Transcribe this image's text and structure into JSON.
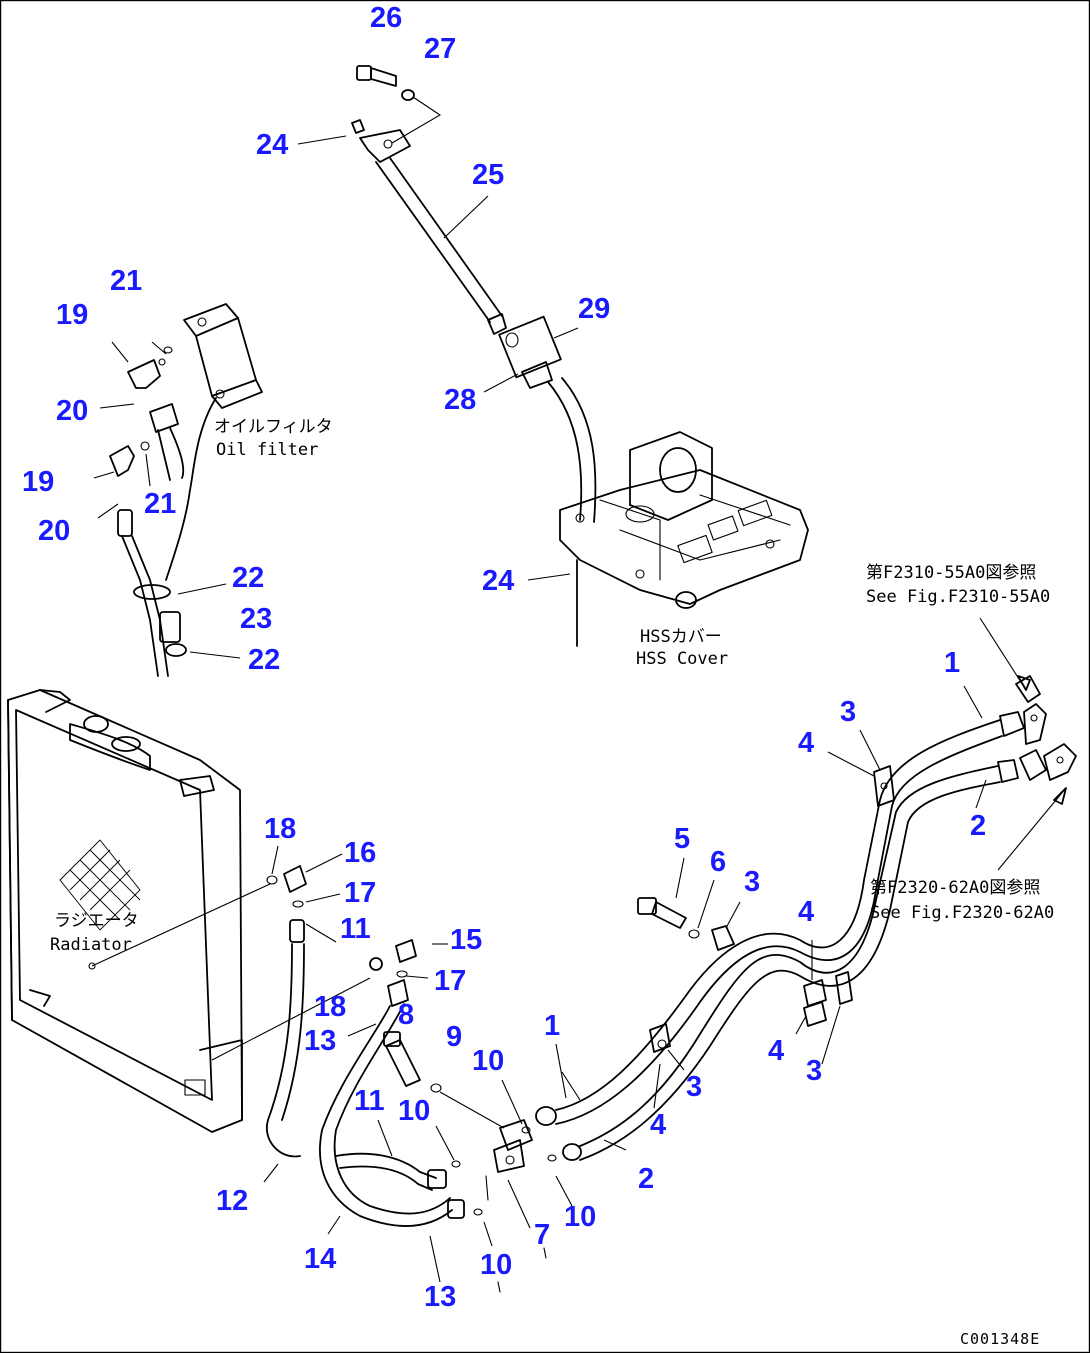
{
  "labels": {
    "l26": "26",
    "l27": "27",
    "l24a": "24",
    "l25": "25",
    "l29": "29",
    "l28": "28",
    "l24b": "24",
    "l21a": "21",
    "l19a": "19",
    "l20a": "20",
    "l19b": "19",
    "l21b": "21",
    "l20b": "20",
    "l22a": "22",
    "l23": "23",
    "l22b": "22",
    "l1a": "1",
    "l3a": "3",
    "l4a": "4",
    "l2a": "2",
    "l18a": "18",
    "l16": "16",
    "l17a": "17",
    "l11a": "11",
    "l15": "15",
    "l17b": "17",
    "l18b": "18",
    "l13a": "13",
    "l8": "8",
    "l9": "9",
    "l10a": "10",
    "l11b": "11",
    "l10b": "10",
    "l5": "5",
    "l6": "6",
    "l3b": "3",
    "l4b": "4",
    "l4c": "4",
    "l3c": "3",
    "l1b": "1",
    "l3d": "3",
    "l4d": "4",
    "l2b": "2",
    "l7": "7",
    "l10c": "10",
    "l12": "12",
    "l14": "14",
    "l13b": "13",
    "l10d": "10"
  },
  "notes": {
    "oil_filter_jp": "オイルフィルタ",
    "oil_filter_en": "Oil filter",
    "hss_cover_jp": "HSSカバー",
    "hss_cover_en": "HSS Cover",
    "radiator_jp": "ラジエータ",
    "radiator_en": "Radiator",
    "ref1_jp": "第F2310-55A0図参照",
    "ref1_en": "See Fig.F2310-55A0",
    "ref2_jp": "第F2320-62A0図参照",
    "ref2_en": "See Fig.F2320-62A0"
  },
  "figure_code": "C001348E"
}
